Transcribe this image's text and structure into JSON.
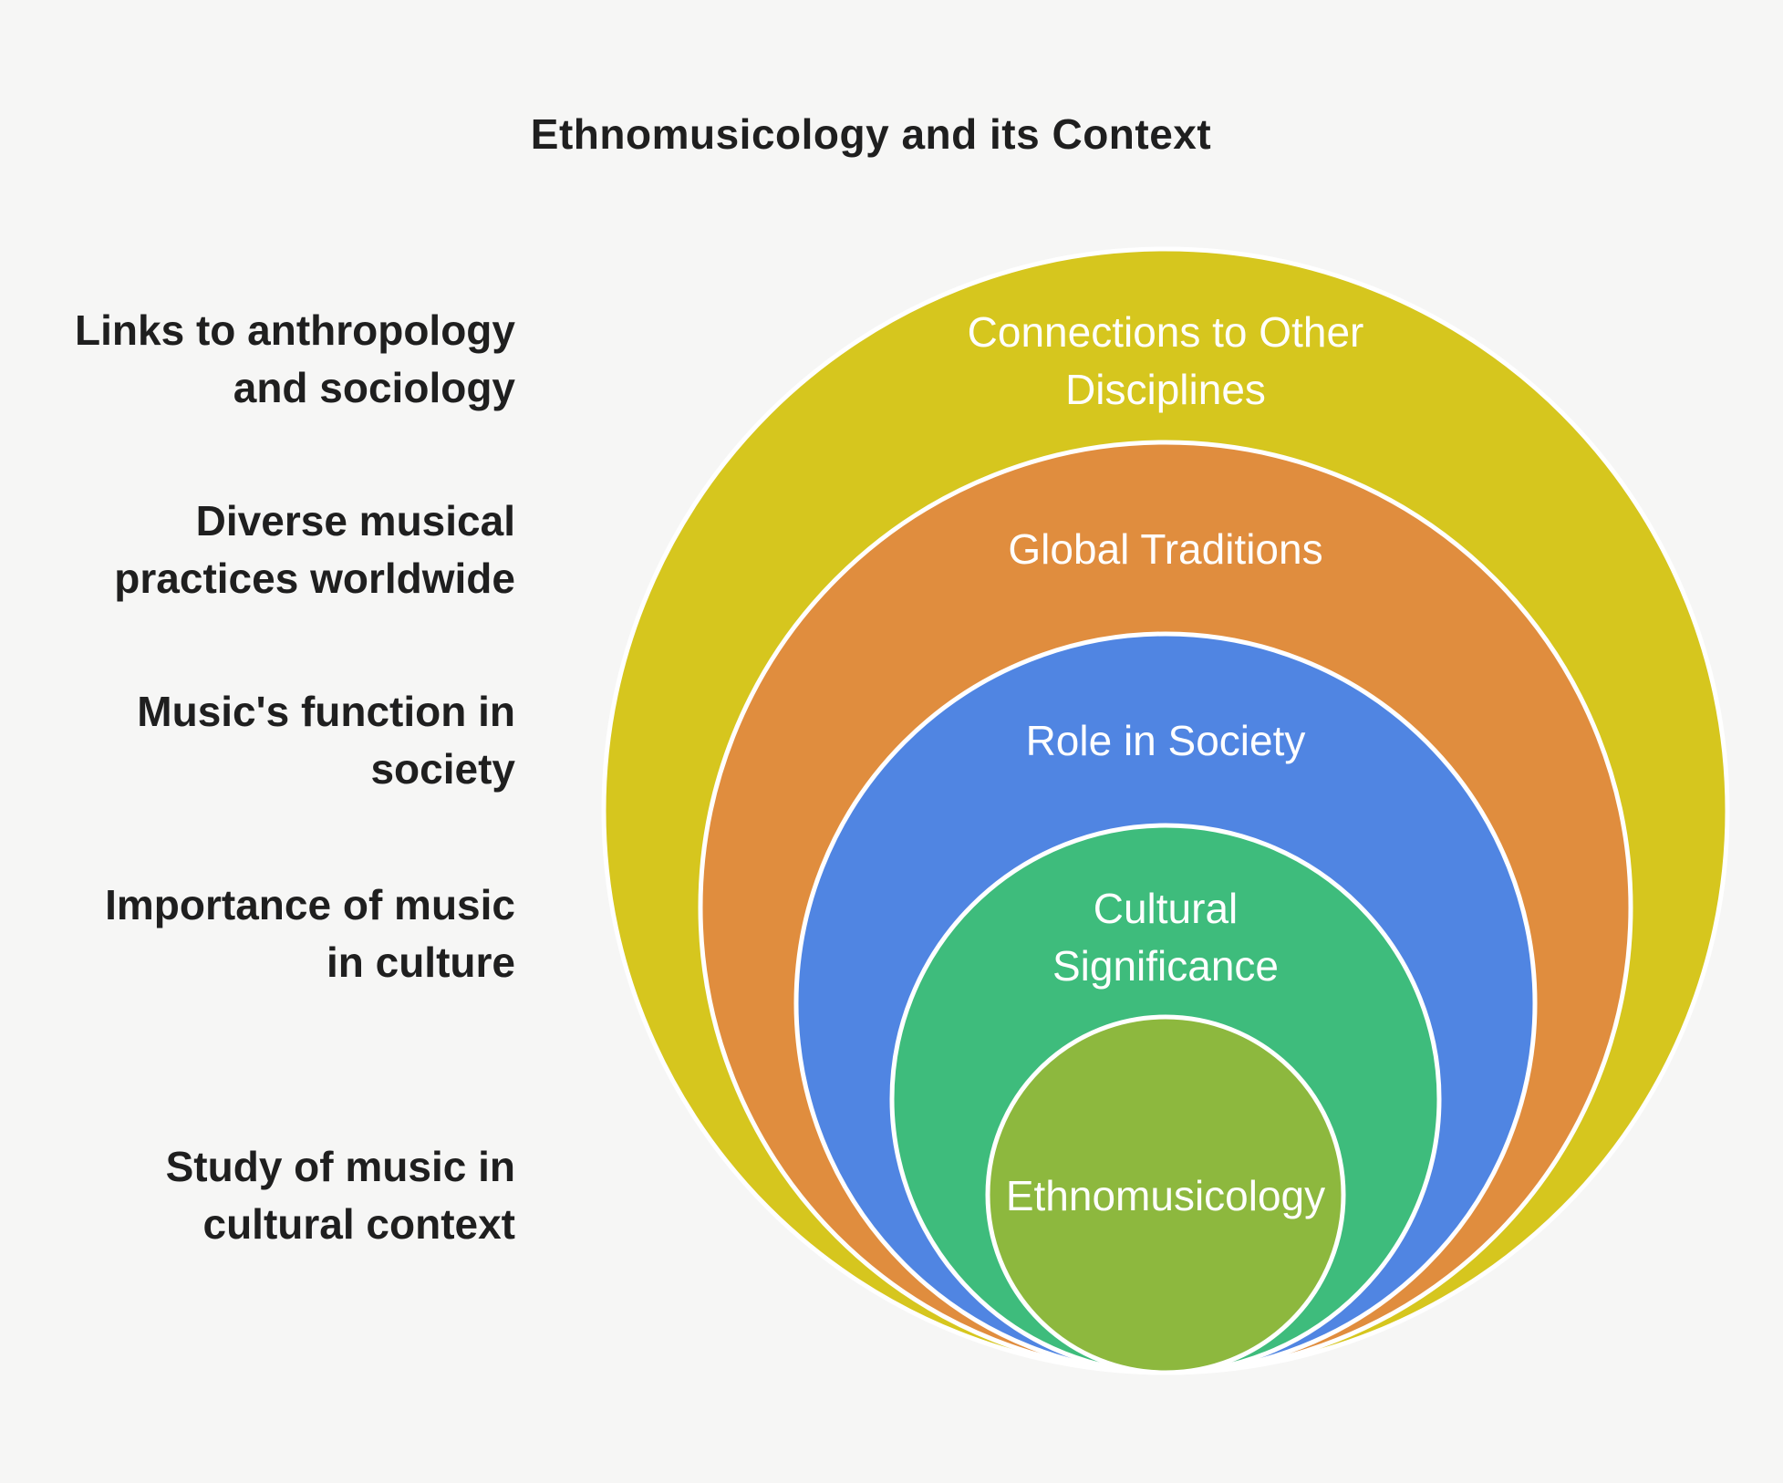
{
  "title": "Ethnomusicology and its Context",
  "background_color": "#f6f6f5",
  "heading_text_color": "#1f1f1f",
  "ring_label_color": "#ffffff",
  "ring_border_color": "#ffffff",
  "rings": [
    {
      "label": "Connections to Other\nDisciplines",
      "annotation": "Links to anthropology\nand sociology",
      "color": "#d6c61e"
    },
    {
      "label": "Global Traditions",
      "annotation": "Diverse musical\npractices worldwide",
      "color": "#e08d3e"
    },
    {
      "label": "Role in Society",
      "annotation": "Music's function in\nsociety",
      "color": "#5085e2"
    },
    {
      "label": "Cultural\nSignificance",
      "annotation": "Importance of music\nin culture",
      "color": "#3ebc7c"
    },
    {
      "label": "Ethnomusicology",
      "annotation": "Study of music in\ncultural context",
      "color": "#8db83e"
    }
  ]
}
